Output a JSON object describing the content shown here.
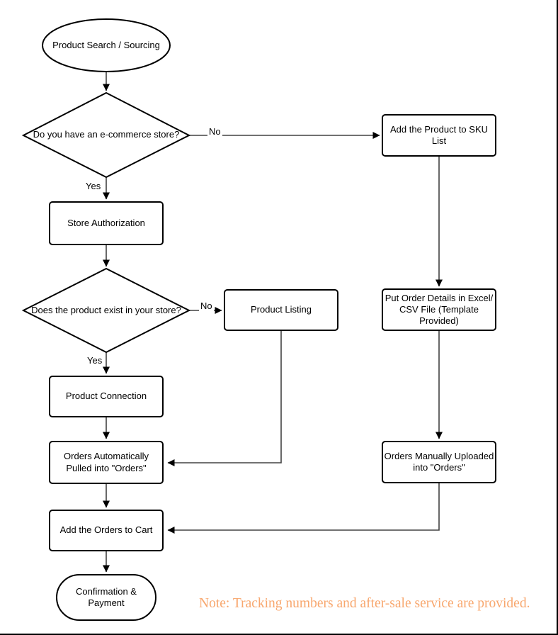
{
  "diagram": {
    "title": "E-commerce order fulfillment flowchart",
    "nodes": {
      "start": {
        "label": "Product Search / Sourcing",
        "type": "ellipse"
      },
      "decision_store": {
        "label": "Do you have an e-commerce store?",
        "type": "decision"
      },
      "sku_list": {
        "label": "Add the Product to SKU List",
        "type": "process"
      },
      "store_auth": {
        "label": "Store Authorization",
        "type": "process"
      },
      "decision_product": {
        "label": "Does the product exist in your store?",
        "type": "decision"
      },
      "product_listing": {
        "label": "Product Listing",
        "type": "process"
      },
      "order_details": {
        "label": "Put Order Details in Excel/​CSV File (Template Provided)",
        "type": "process"
      },
      "product_connection": {
        "label": "Product Connection",
        "type": "process"
      },
      "orders_auto": {
        "label": "Orders Automatically Pulled into \"Orders\"",
        "type": "process"
      },
      "orders_manual": {
        "label": "Orders Manually Uploaded into \"Orders\"",
        "type": "process"
      },
      "add_cart": {
        "label": "Add the Orders to Cart",
        "type": "process"
      },
      "end": {
        "label": "Confirmation & Payment",
        "type": "terminator"
      }
    },
    "edge_labels": {
      "store_no": "No",
      "store_yes": "Yes",
      "product_no": "No",
      "product_yes": "Yes"
    },
    "note": {
      "text": "Note: Tracking numbers and after-sale service are provided.",
      "color": "#F8A76E"
    },
    "colors": {
      "shape_stroke": "#000000",
      "shape_fill": "#ffffff",
      "connector": "#424242"
    }
  }
}
